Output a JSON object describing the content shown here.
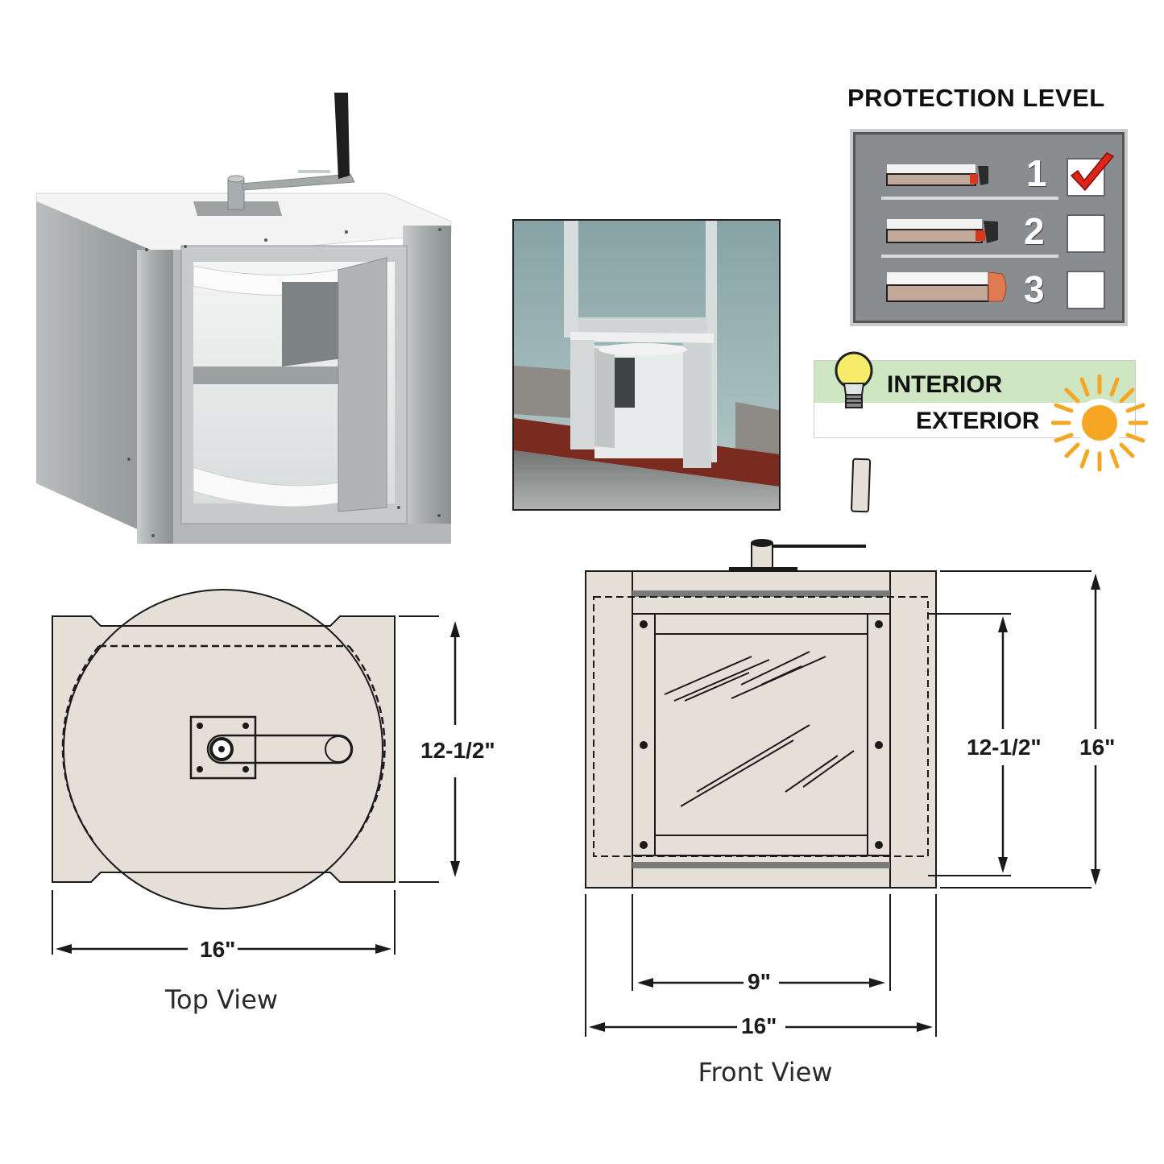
{
  "protection_level": {
    "title": "PROTECTION LEVEL",
    "levels": [
      {
        "number": "1",
        "checked": true,
        "icon": "bullet-small-icon"
      },
      {
        "number": "2",
        "checked": false,
        "icon": "bullet-medium-icon"
      },
      {
        "number": "3",
        "checked": false,
        "icon": "bullet-large-icon"
      }
    ],
    "check_color": "#e02418"
  },
  "environment": {
    "interior_label": "INTERIOR",
    "exterior_label": "EXTERIOR",
    "interior_icon": "light-bulb-icon",
    "exterior_icon": "sun-icon",
    "interior_bg": "#cfe6c2",
    "sun_color": "#f5a623"
  },
  "top_view": {
    "caption": "Top View",
    "width_dim": "16\"",
    "depth_dim": "12-1/2\""
  },
  "front_view": {
    "caption": "Front View",
    "opening_width_dim": "9\"",
    "overall_width_dim": "16\"",
    "opening_height_dim": "12-1/2\"",
    "overall_height_dim": "16\""
  },
  "photos": {
    "product": "Rotating transaction drawer unit with crank handle",
    "installed": "Unit installed in teller window"
  },
  "colors": {
    "drawing_fill": "#e6dfd8",
    "line": "#1a1a1a",
    "steel": "#a9adad",
    "counter": "#8b2e22"
  }
}
